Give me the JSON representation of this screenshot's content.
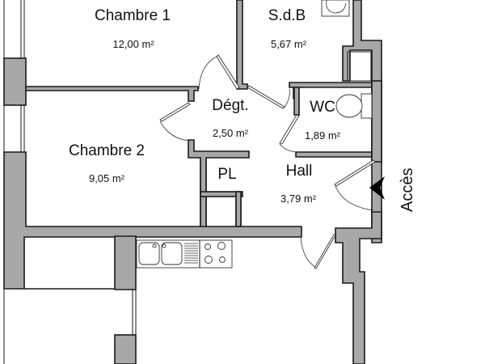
{
  "plan": {
    "rooms": [
      {
        "id": "chambre1",
        "name": "Chambre 1",
        "area": "12,00 m²"
      },
      {
        "id": "sdb",
        "name": "S.d.B",
        "area": "5,67 m²"
      },
      {
        "id": "degt",
        "name": "Dégt.",
        "area": "2,50 m²"
      },
      {
        "id": "wc",
        "name": "WC",
        "area": "1,89 m²"
      },
      {
        "id": "chambre2",
        "name": "Chambre 2",
        "area": "9,05 m²"
      },
      {
        "id": "pl",
        "name": "PL",
        "area": ""
      },
      {
        "id": "hall",
        "name": "Hall",
        "area": "3,79 m²"
      }
    ],
    "entrance": {
      "label": "Accès",
      "icon": "arrow-left-icon"
    },
    "colors": {
      "wall_fill": "#a8a8a8",
      "wall_stroke": "#1a1a1a",
      "background": "#ffffff"
    }
  }
}
